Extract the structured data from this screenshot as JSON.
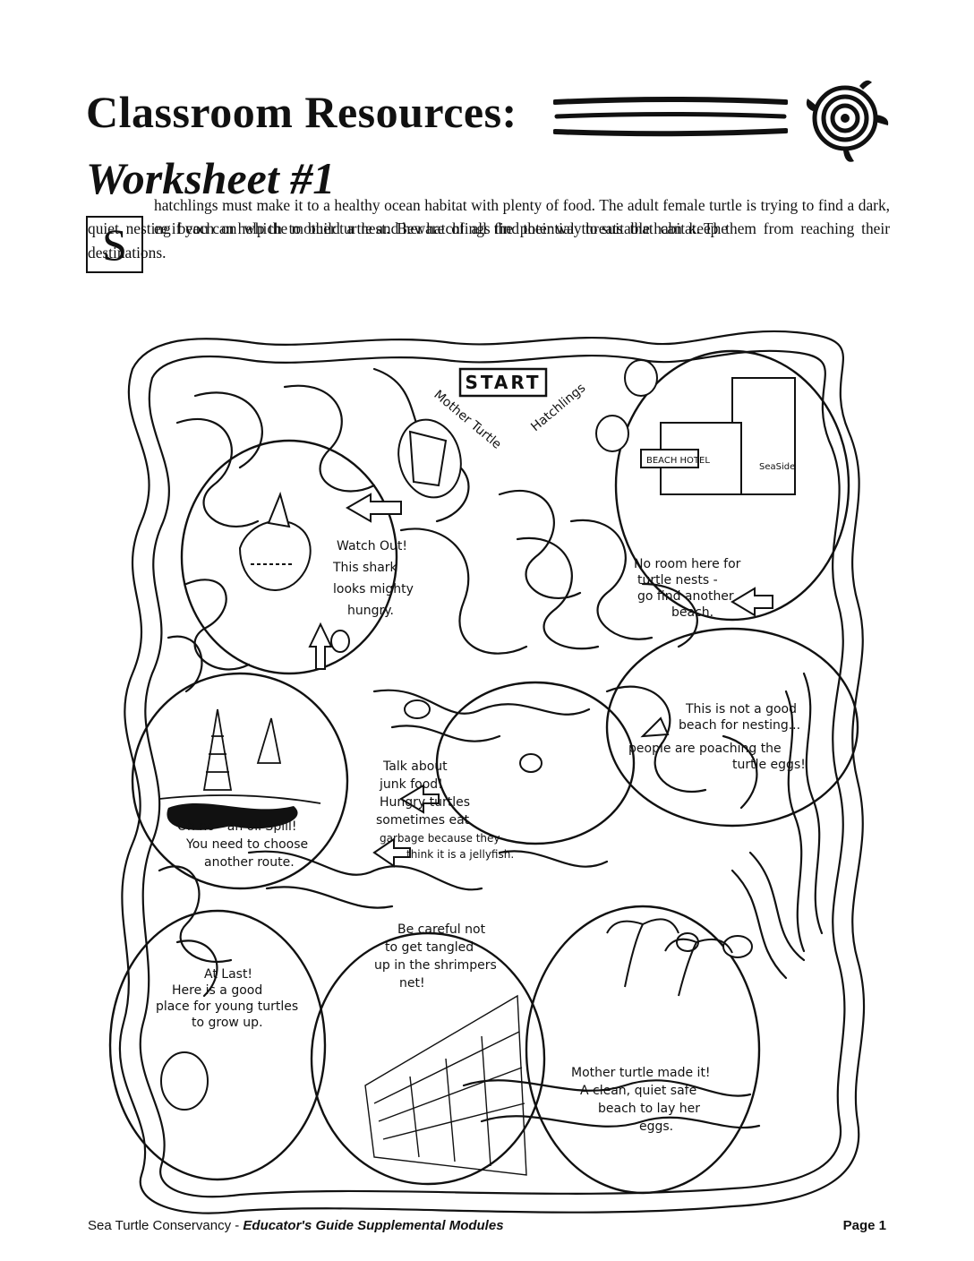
{
  "header": {
    "title_line1": "Classroom Resources:",
    "title_line2": "Worksheet #1"
  },
  "intro": {
    "dropcap": "S",
    "text_line1_rest": "ee if you can help the mother turtle and her hatchlings find their way to suitable habitat.  The",
    "text_rest": "hatchlings must make it to a healthy ocean habitat with plenty of food.  The adult female turtle is trying to find a dark, quiet nesting beach on which to build a nest.  Beware of all the potential threats that can keep them from reaching their destinations."
  },
  "maze": {
    "start_label": "START",
    "mother_turtle_label": "Mother Turtle",
    "hatchlings_label": "Hatchlings",
    "hotel_sign": "BEACH HOTEL",
    "hotel_sign2": "SeaSide",
    "shark_note": [
      "Watch Out!",
      "This shark",
      "looks mighty",
      "hungry."
    ],
    "hotel_note": [
      "No room here for",
      "turtle nests -",
      "go find another",
      "beach."
    ],
    "oil_note": [
      "Oh no - an oil Spill!",
      "You need to choose",
      "another route."
    ],
    "junk_note": [
      "Talk about",
      "junk food!",
      "Hungry turtles",
      "sometimes eat",
      "garbage because they",
      "think it is a jellyfish."
    ],
    "poach_note": [
      "This is not a good",
      "beach for nesting...",
      "people are poaching the",
      "turtle eggs!"
    ],
    "net_note": [
      "Be careful not",
      "to get tangled",
      "up in the shrimpers",
      "net!"
    ],
    "ocean_note": [
      "At Last!",
      "Here is a good",
      "place for young turtles",
      "to grow up."
    ],
    "beach_note": [
      "Mother turtle made it!",
      "A clean, quiet safe",
      "beach to lay her",
      "eggs."
    ]
  },
  "footer": {
    "org": "Sea Turtle Conservancy - ",
    "subtitle": "Educator's Guide Supplemental Modules",
    "page": "Page 1"
  }
}
